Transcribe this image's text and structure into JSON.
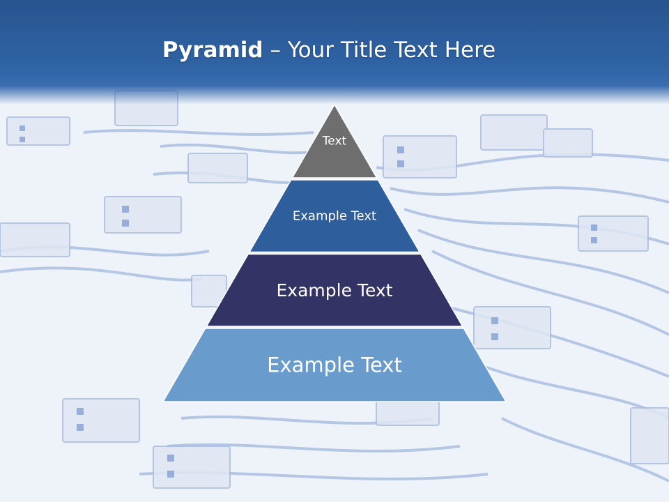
{
  "slide": {
    "title_bold": "Pyramid",
    "title_rest": " – Your Title Text Here",
    "background_motif": "usb-cables"
  },
  "pyramid": {
    "tiers": [
      {
        "label": "Text",
        "color": "#6e6e6e"
      },
      {
        "label": "Example Text",
        "color": "#2e5f9c"
      },
      {
        "label": "Example Text",
        "color": "#333366"
      },
      {
        "label": "Example Text",
        "color": "#6a9bcd"
      }
    ]
  },
  "colors": {
    "title_bar": "#2f62a3",
    "background": "#eef3fa",
    "cable": "#8fa8d6"
  }
}
